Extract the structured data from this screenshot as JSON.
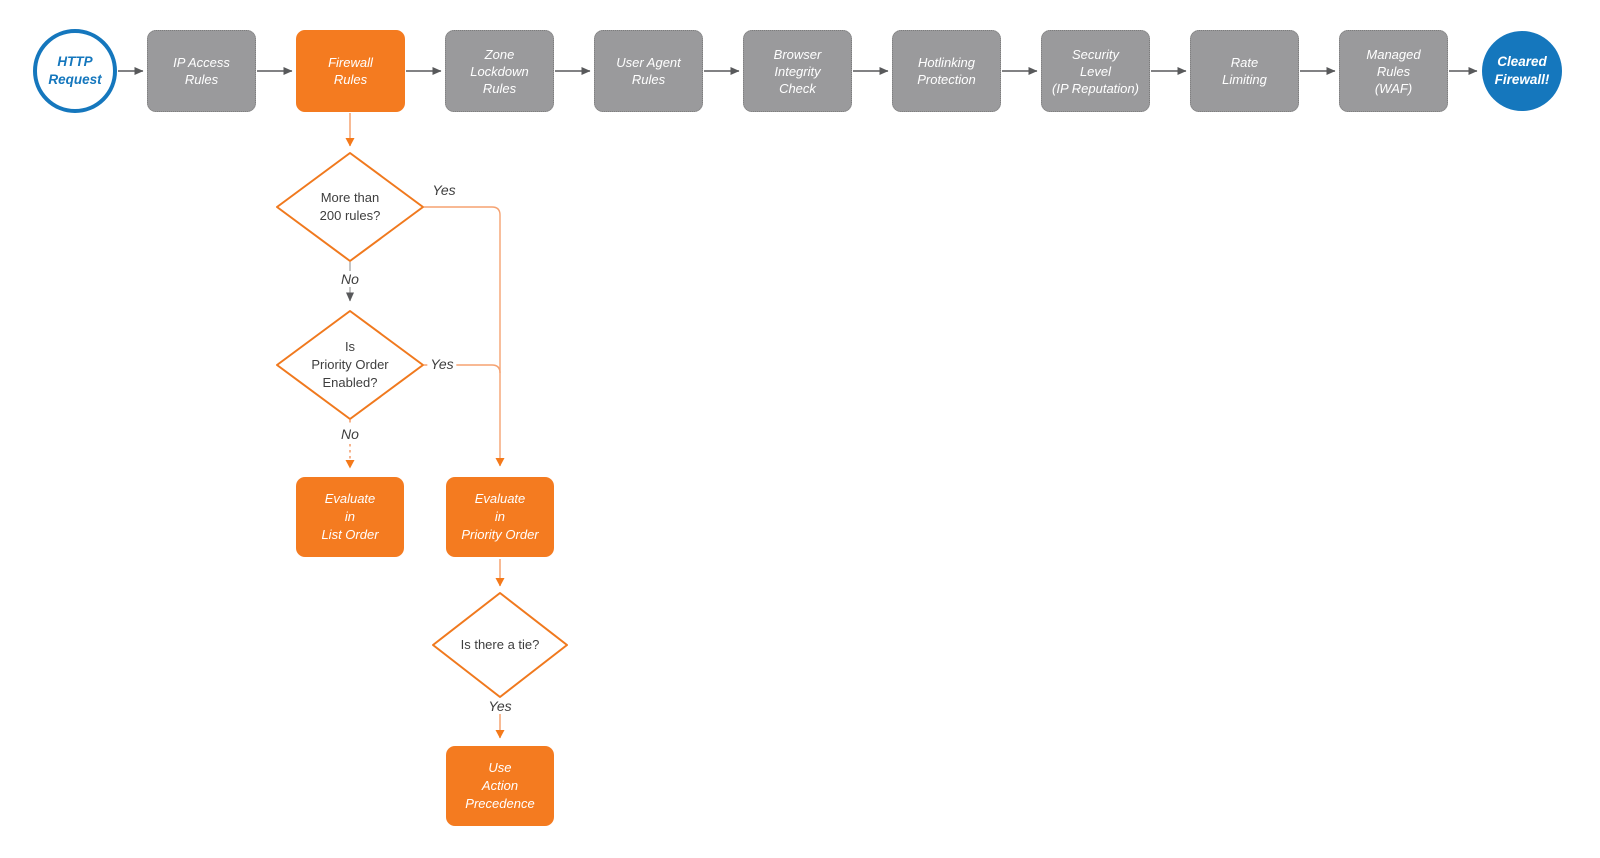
{
  "colors": {
    "orange": "#F47B20",
    "orange_light": "#F5A271",
    "blue": "#1577BD",
    "gray_node_fill": "#9A9A9C",
    "arrow_gray": "#58595B",
    "no_line_gray": "#ABABAB",
    "text_dark": "#3E3E3E",
    "node_text": "#FFFFFF",
    "background": "#FFFFFF"
  },
  "flowchart": {
    "start": {
      "label": "HTTP\nRequest"
    },
    "pipeline": [
      {
        "label": "IP Access\nRules"
      },
      {
        "label": "Firewall\nRules",
        "highlight": true
      },
      {
        "label": "Zone\nLockdown\nRules"
      },
      {
        "label": "User Agent\nRules"
      },
      {
        "label": "Browser\nIntegrity\nCheck"
      },
      {
        "label": "Hotlinking\nProtection"
      },
      {
        "label": "Security\nLevel\n(IP Reputation)"
      },
      {
        "label": "Rate\nLimiting"
      },
      {
        "label": "Managed\nRules\n(WAF)"
      }
    ],
    "end": {
      "label": "Cleared\nFirewall!"
    },
    "decisions": [
      {
        "label": "More than\n200 rules?",
        "yes_label": "Yes",
        "no_label": "No"
      },
      {
        "label": "Is\nPriority Order\nEnabled?",
        "yes_label": "Yes",
        "no_label": "No"
      },
      {
        "label": "Is there a tie?",
        "yes_label": "Yes"
      }
    ],
    "actions": [
      {
        "label": "Evaluate\nin\nList Order"
      },
      {
        "label": "Evaluate\nin\nPriority Order"
      },
      {
        "label": "Use\nAction\nPrecedence"
      }
    ]
  }
}
